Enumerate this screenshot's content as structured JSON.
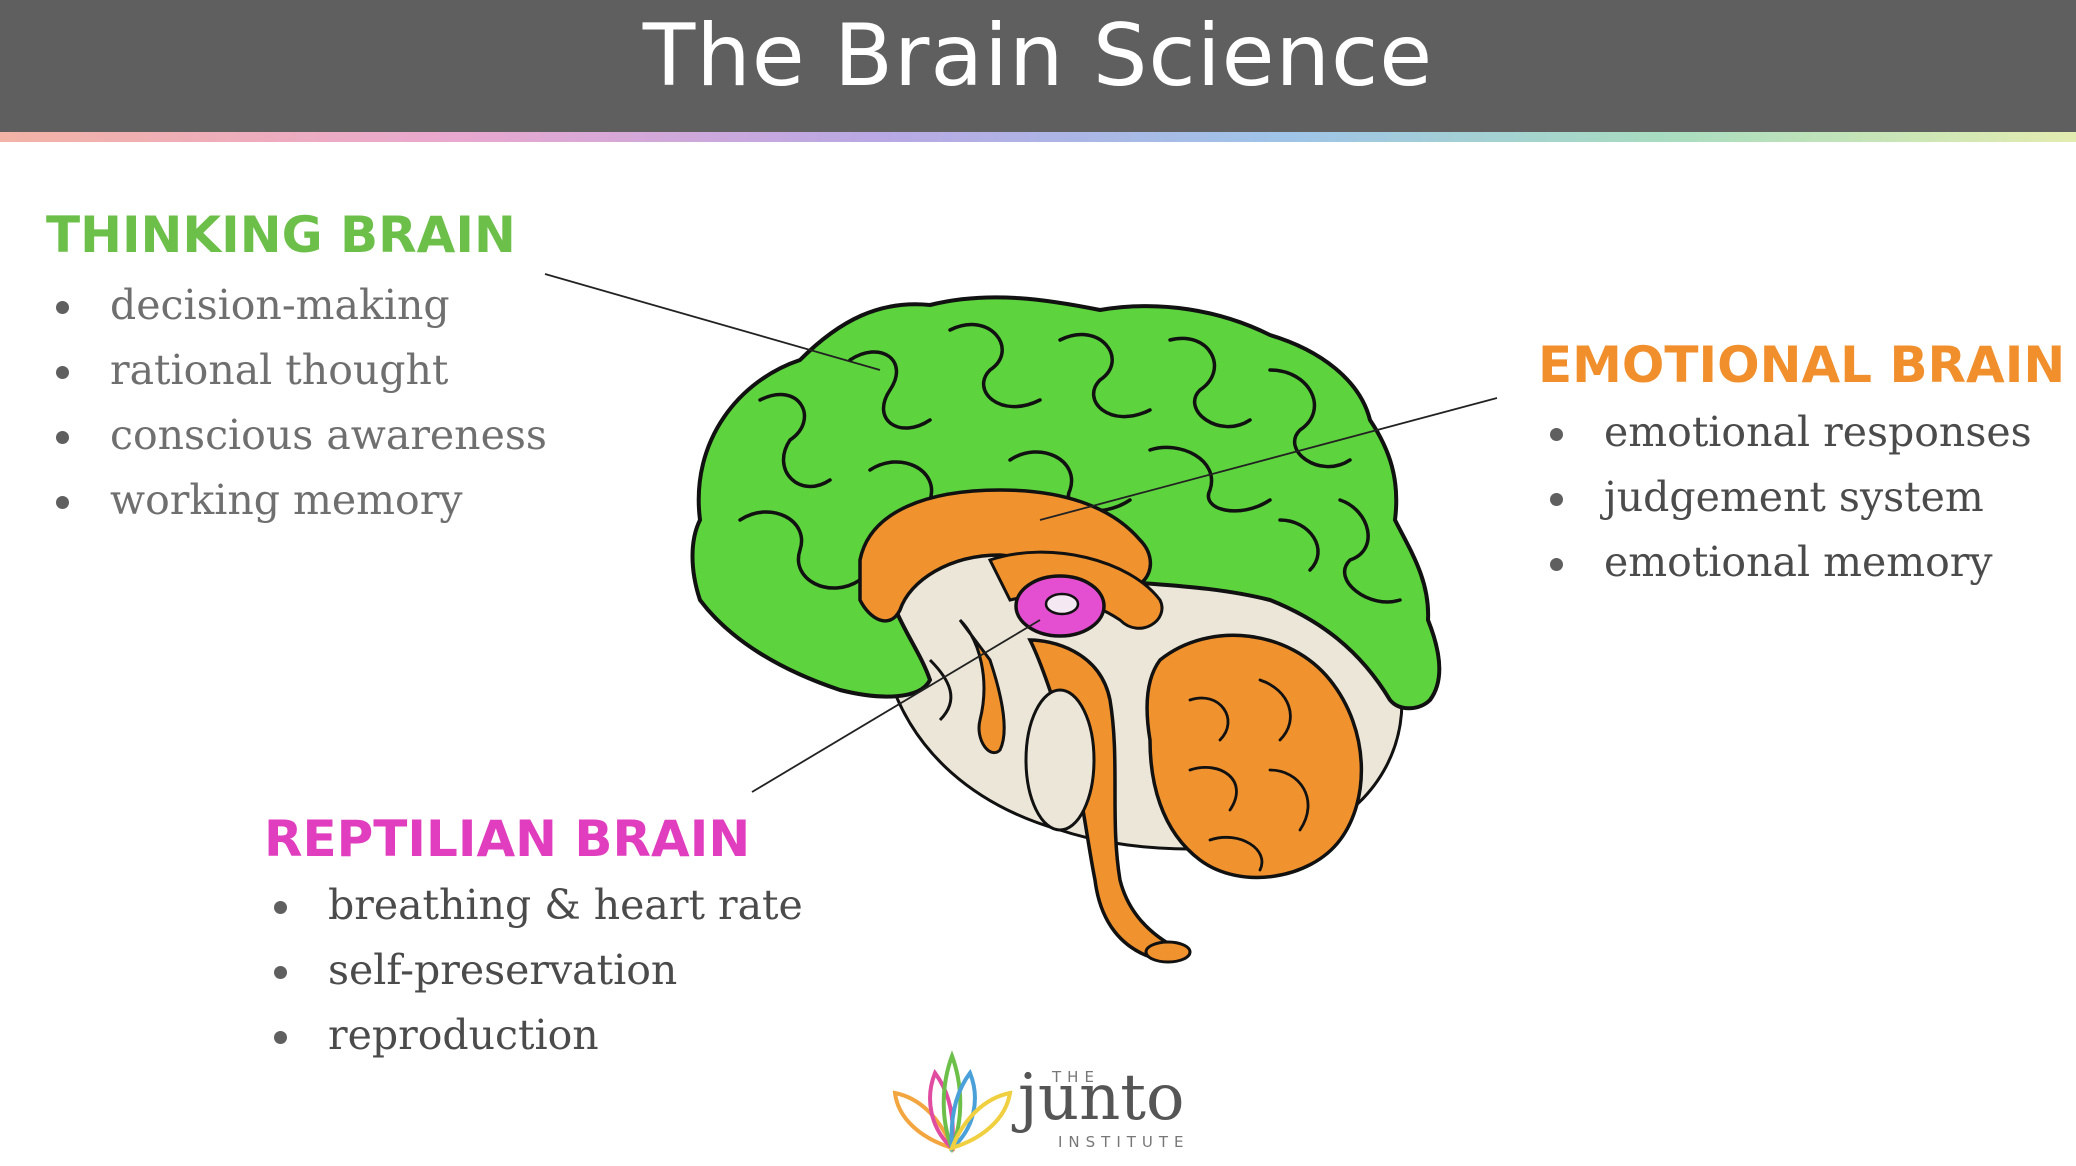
{
  "title": "The Brain Science",
  "thinking_brain": {
    "title": "THINKING BRAIN",
    "color": "#6cc04a",
    "items": [
      "decision-making",
      "rational thought",
      "conscious awareness",
      "working memory"
    ]
  },
  "emotional_brain": {
    "title": "EMOTIONAL BRAIN",
    "color": "#f08f2c",
    "items": [
      "emotional responses",
      "judgement system",
      "emotional memory"
    ]
  },
  "reptilian_brain": {
    "title": "REPTILIAN BRAIN",
    "color": "#e03dbf",
    "items": [
      "breathing & heart rate",
      "self-preservation",
      "reproduction"
    ]
  },
  "logo": {
    "the": "THE",
    "name": "junto",
    "institute": "INSTITUTE"
  }
}
